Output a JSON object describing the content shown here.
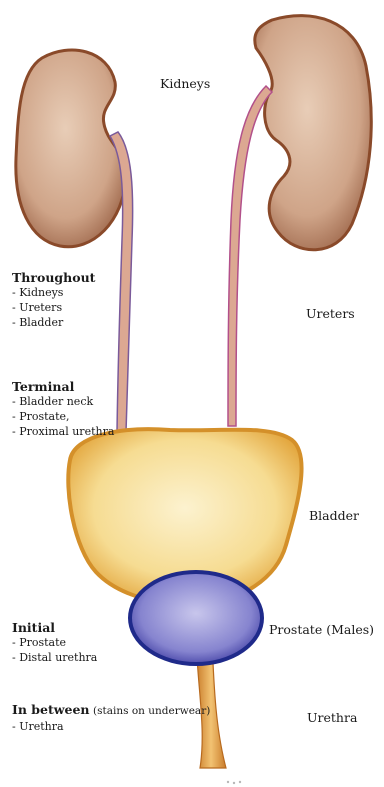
{
  "organ_labels": {
    "kidneys": "Kidneys",
    "ureters": "Ureters",
    "bladder": "Bladder",
    "prostate": "Prostate (Males)",
    "urethra": "Urethra"
  },
  "groups": {
    "throughout": {
      "title": "Throughout",
      "items": [
        "- Kidneys",
        "- Ureters",
        "- Bladder"
      ]
    },
    "terminal": {
      "title": "Terminal",
      "items": [
        "- Bladder neck",
        "- Prostate,",
        "- Proximal urethra"
      ]
    },
    "initial": {
      "title": "Initial",
      "items": [
        "- Prostate",
        "- Distal urethra"
      ]
    },
    "in_between": {
      "title": "In between",
      "note": "(stains on underwear)",
      "items": [
        "- Urethra"
      ]
    }
  },
  "colors": {
    "kidney_fill": "#c79a7a",
    "kidney_outline": "#8a4a2a",
    "ureter": "#d9a891",
    "ureter_edge": "#7a5a9a",
    "bladder_fill": "#f4dc9a",
    "bladder_outline": "#d4902a",
    "prostate_fill": "#7a78c8",
    "prostate_outline": "#1f2a8a",
    "urethra": "#e0a040"
  }
}
